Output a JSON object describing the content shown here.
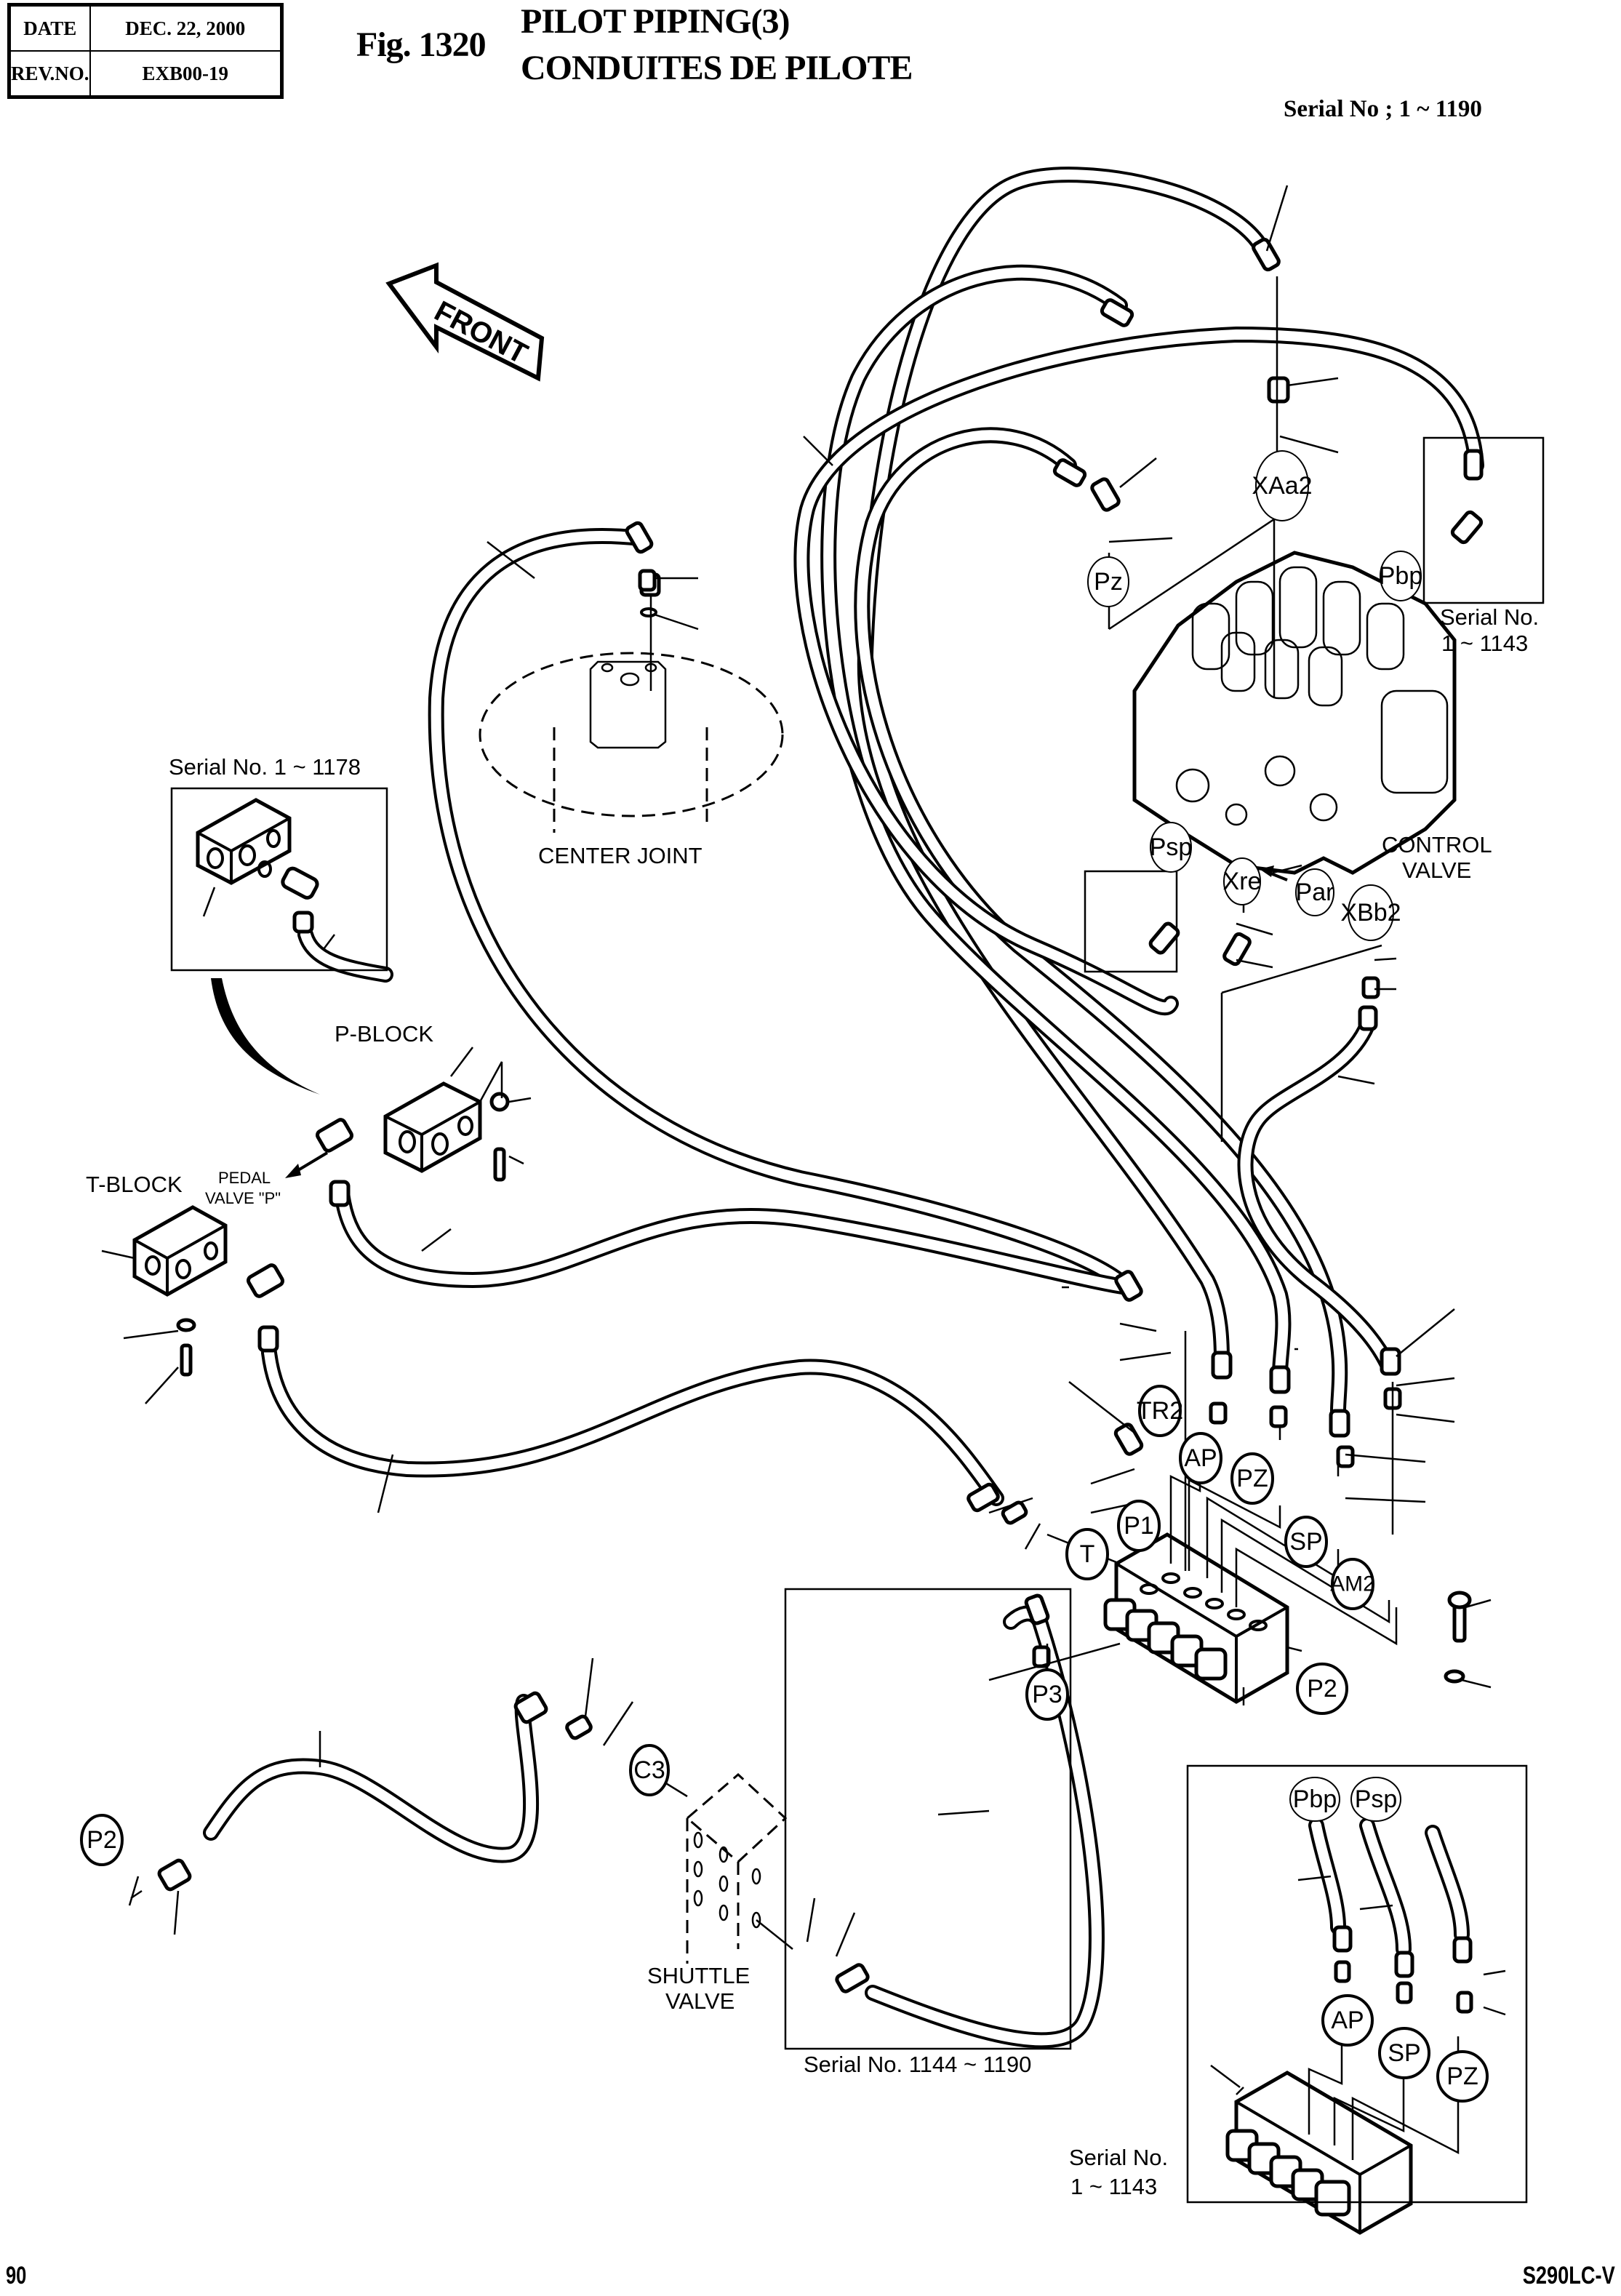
{
  "header": {
    "date_label": "DATE",
    "date_value": "DEC. 22, 2000",
    "rev_label": "REV.NO.",
    "rev_value": "EXB00-19",
    "figure_number": "Fig. 1320",
    "title_en": "PILOT PIPING(3)",
    "title_fr": "CONDUITES DE PILOTE",
    "serial_range": "Serial No ; 1 ~ 1190"
  },
  "footer": {
    "page_number": "90",
    "model": "S290LC-V"
  },
  "labels": {
    "front_arrow": "FRONT",
    "center_joint": "CENTER JOINT",
    "control_valve_line1": "CONTROL",
    "control_valve_line2": "VALVE",
    "p_block": "P-BLOCK",
    "t_block": "T-BLOCK",
    "pedal_valve_line1": "PEDAL",
    "pedal_valve_line2": "VALVE \"P\"",
    "shuttle_valve_line1": "SHUTTLE",
    "shuttle_valve_line2": "VALVE"
  },
  "insets": {
    "p_block_variant": {
      "serial": "Serial No. 1 ~ 1178"
    },
    "pbp_fitting": {
      "serial_line1": "Serial No.",
      "serial_line2": "1 ~ 1143"
    },
    "shuttle_hose": {
      "serial": "Serial No. 1144 ~ 1190"
    },
    "manifold_variant": {
      "serial_line1": "Serial No.",
      "serial_line2": "1 ~ 1143"
    }
  },
  "port_callouts": {
    "xaa2": "XAa2",
    "pz_cv": "Pz",
    "pbp_cv": "Pbp",
    "psp_cv": "Psp",
    "xre": "Xre",
    "par": "Par",
    "xbb2": "XBb2",
    "tr2": "TR2",
    "ap": "AP",
    "pz": "PZ",
    "sp": "SP",
    "am2": "AM2",
    "p1": "P1",
    "t": "T",
    "p2_manifold": "P2",
    "p3": "P3",
    "c3": "C3",
    "p2_left": "P2",
    "inset_pbp": "Pbp",
    "inset_psp": "Psp",
    "inset_ap": "AP",
    "inset_sp": "SP",
    "inset_pz": "PZ"
  }
}
